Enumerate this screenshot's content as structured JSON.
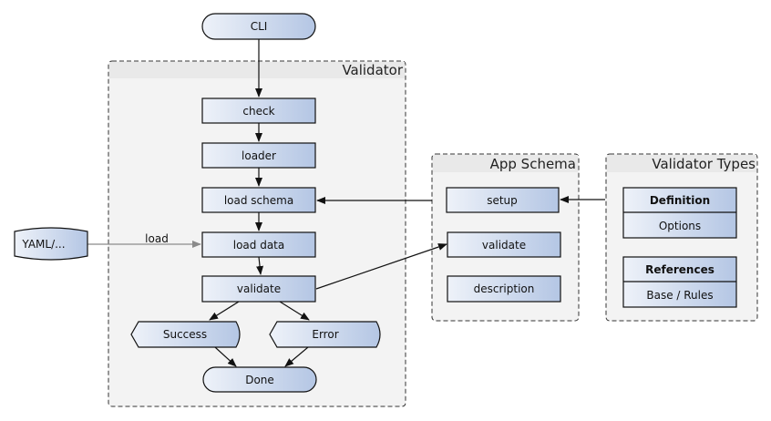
{
  "nodes": {
    "cli": "CLI",
    "check": "check",
    "loader": "loader",
    "load_schema": "load schema",
    "load_data": "load data",
    "validate": "validate",
    "success": "Success",
    "error": "Error",
    "done": "Done",
    "yaml": "YAML/...",
    "setup": "setup",
    "schema_validate": "validate",
    "description": "description"
  },
  "clusters": {
    "validator": "Validator",
    "app_schema": "App Schema",
    "validator_types": "Validator Types"
  },
  "validator_types": {
    "definition": {
      "title": "Definition",
      "body": "Options"
    },
    "references": {
      "title": "References",
      "body": "Base / Rules"
    }
  },
  "edges": {
    "yaml_to_load_data": "load"
  },
  "colors": {
    "node_gradient_start": "#eef2f9",
    "node_gradient_end": "#b4c6e4",
    "cluster_fill": "#f3f3f3",
    "cluster_header": "#e9e9e9",
    "grey_edge": "#8a8a8a"
  }
}
